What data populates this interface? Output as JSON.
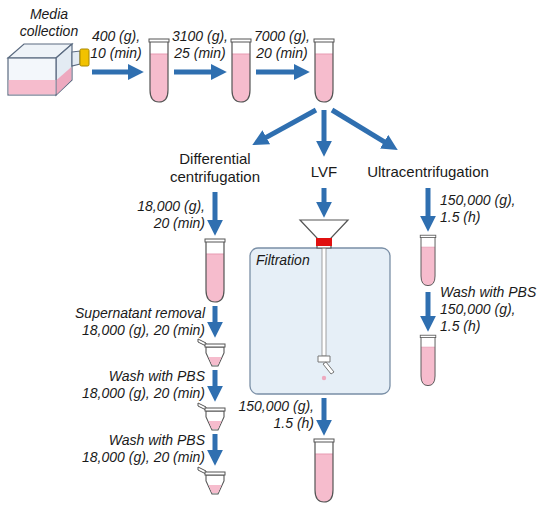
{
  "diagram": {
    "nodes": [
      {
        "text": [
          "Media collection"
        ]
      },
      {
        "text": [
          "Filtration"
        ]
      }
    ],
    "labels": [
      "400 (g), 10 (min)",
      "3100 (g), 25 (min)",
      "7000 (g), 20 (min)",
      "Differential centrifugation",
      "LVF",
      "Ultracentrifugation",
      "18,000 (g), 20 (min)",
      "150,000 (g), 1.5 (h)",
      "Supernatant removal 18,000 (g), 20 (min)",
      "Wash with PBS 150,000 (g), 1.5 (h)",
      "Wash with PBS 18,000 (g), 20 (min)",
      "150,000 (g), 1.5 (h)",
      "Wash with PBS 18,000 (g), 20 (min)"
    ]
  }
}
